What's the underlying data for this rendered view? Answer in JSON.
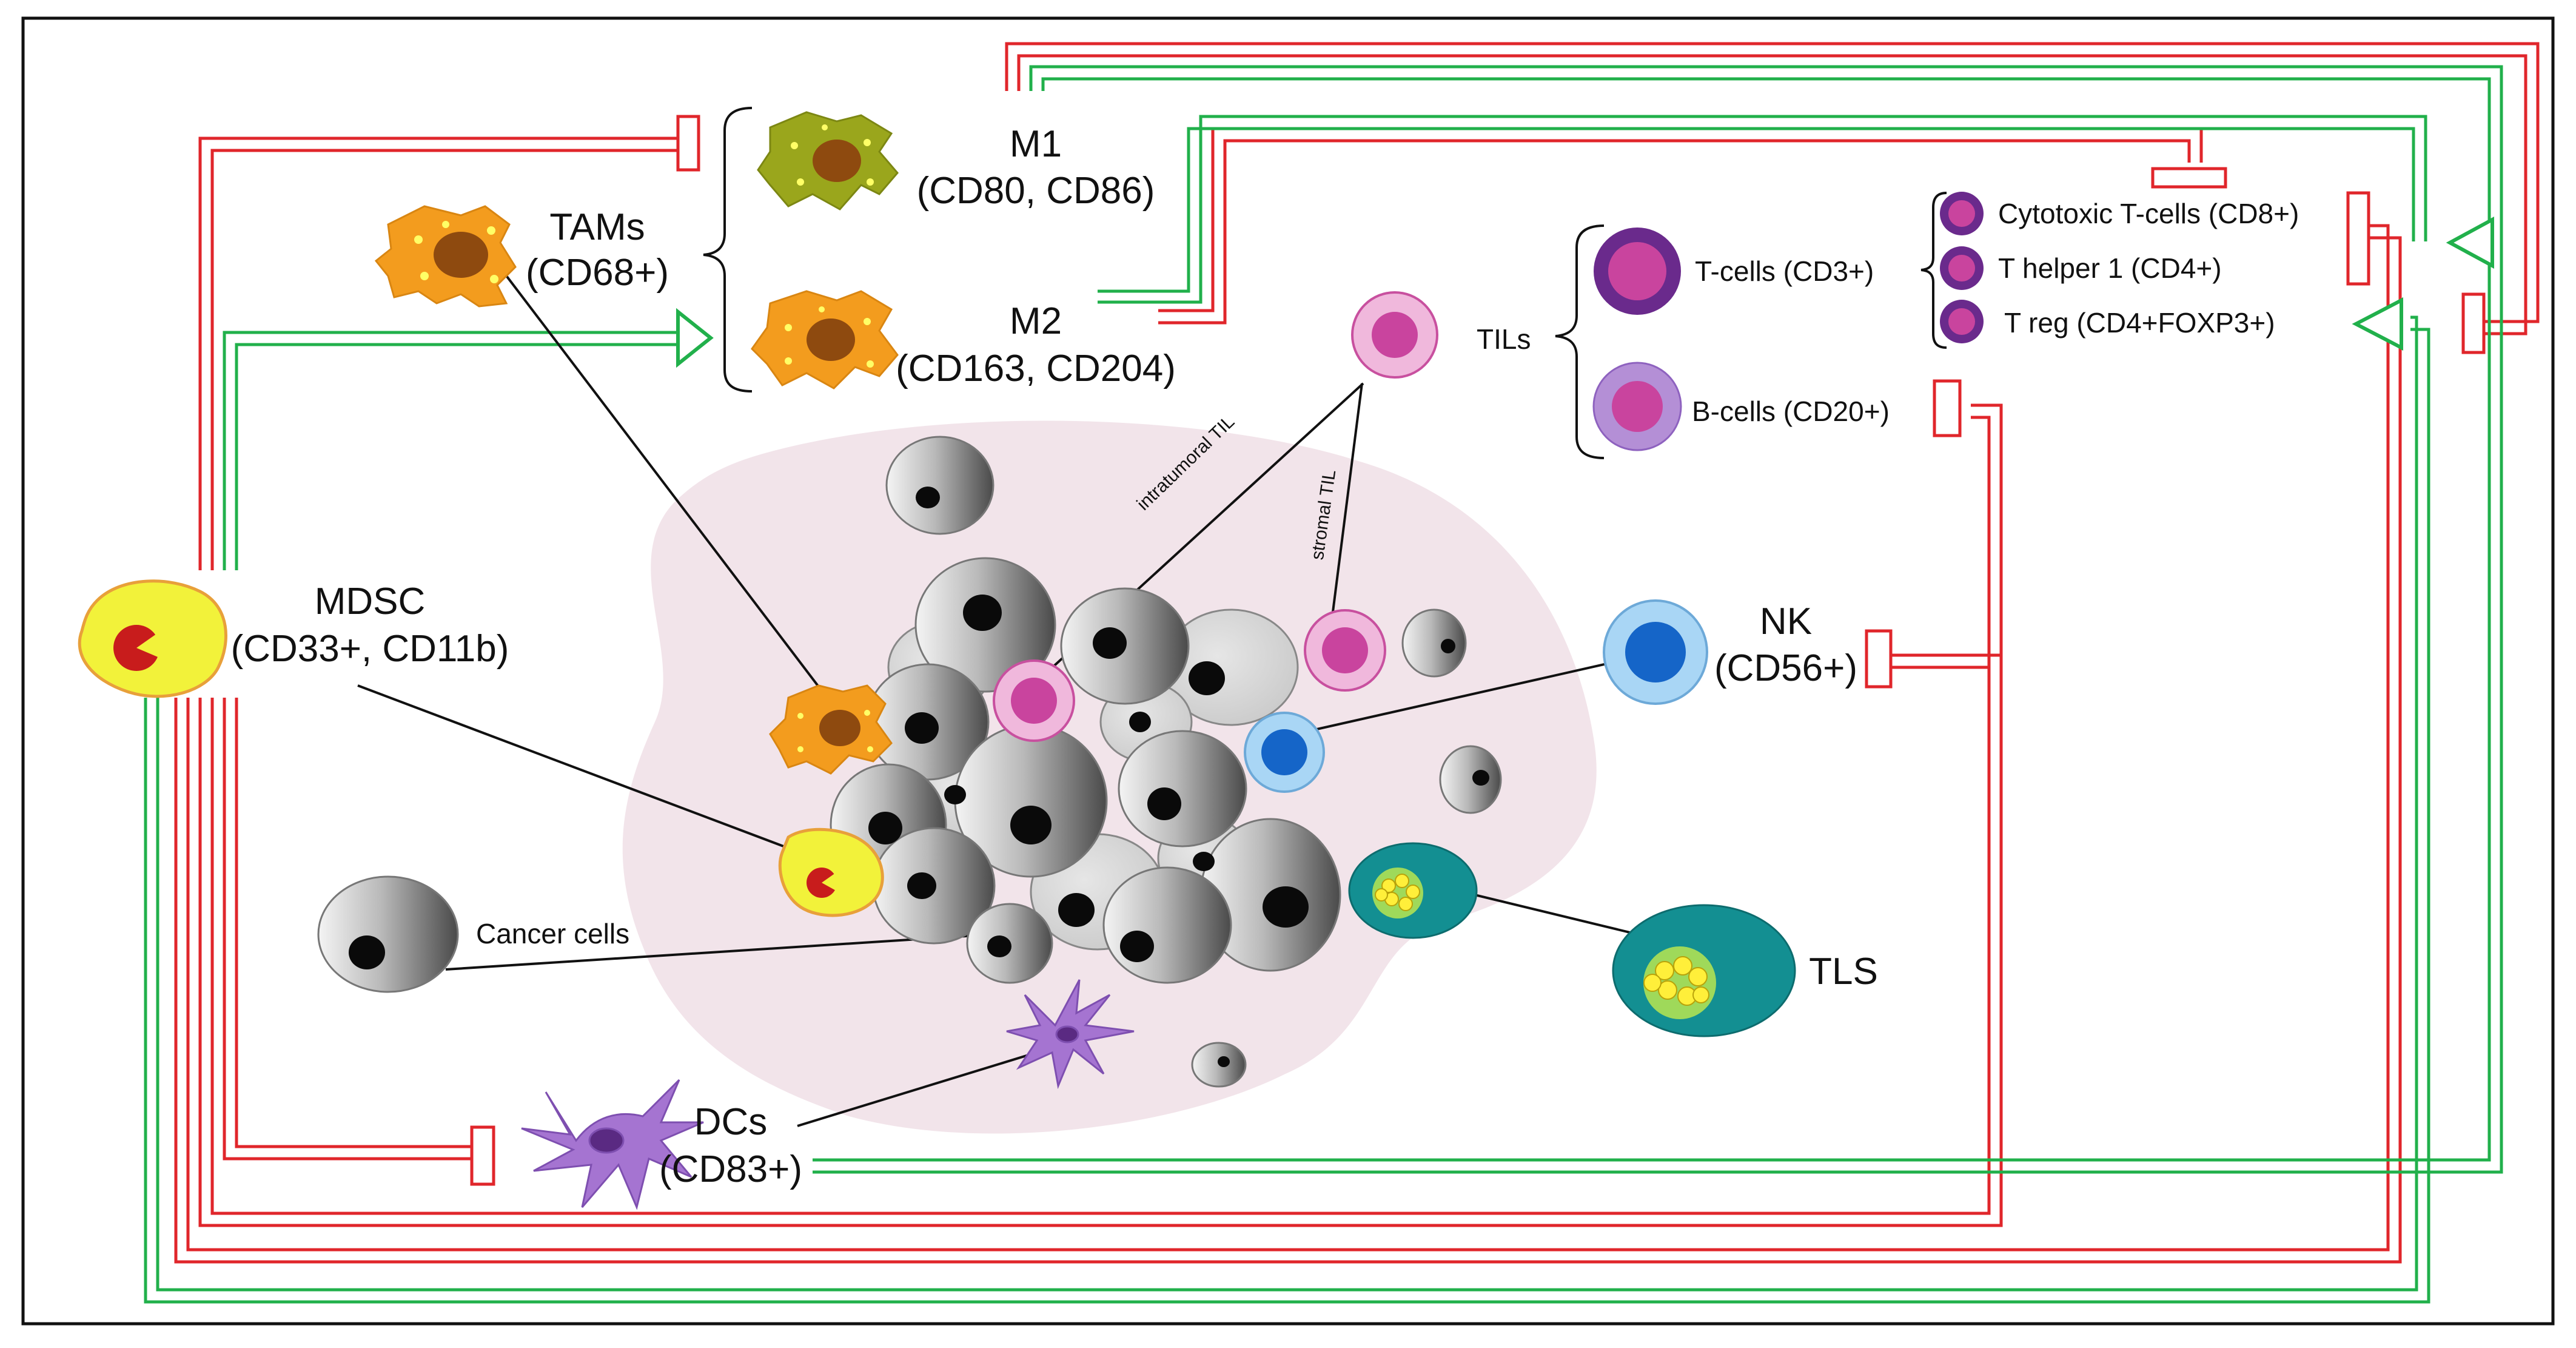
{
  "labels": {
    "m1": "M1",
    "m1_markers": "(CD80, CD86)",
    "m2": "M2",
    "m2_markers": "(CD163, CD204)",
    "tams": "TAMs",
    "tams_markers": "(CD68+)",
    "mdsc": "MDSC",
    "mdsc_markers": "(CD33+, CD11b)",
    "tils": "TILs",
    "t_cells": "T-cells (CD3+)",
    "b_cells": "B-cells (CD20+)",
    "cytotoxic": "Cytotoxic T-cells (CD8+)",
    "t_helper": "T helper 1 (CD4+)",
    "t_reg": "T reg (CD4+FOXP3+)",
    "intratumoral_til": "intratumoral TIL",
    "stromal_til": "stromal TIL",
    "nk": "NK",
    "nk_markers": "(CD56+)",
    "tls": "TLS",
    "cancer_cells": "Cancer cells",
    "dcs": "DCs",
    "dcs_markers": "(CD83+)"
  },
  "colors": {
    "inhibition": "#e0262b",
    "activation": "#21b04b",
    "tumor_stroma": "#f2e4ea",
    "m1": "#9aa61c",
    "macrophage": "#f39c1e",
    "mdsc": "#f2f23a",
    "til": "#c9449e",
    "t_cell_ring": "#6a2a8c",
    "b_cell_ring": "#b48fd6",
    "nk": "#1565c8",
    "nk_ring": "#a9d6f5",
    "tls": "#138f92",
    "dc": "#a574d1"
  }
}
